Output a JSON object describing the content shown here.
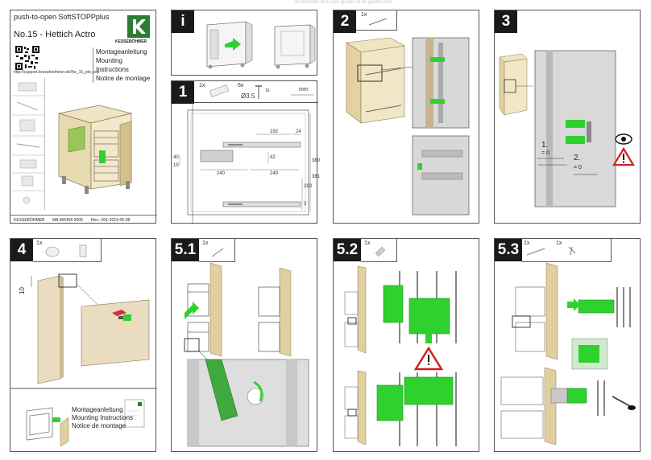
{
  "cover": {
    "product_line": "push-to-open SoftSTOPPplus",
    "model": "No.15  - Hettich Actro",
    "brand": "KESSEBÖHMER",
    "instructions": [
      "Montageanleitung",
      "Mounting Instructions",
      "Notice de montage"
    ],
    "url": "http://support.kesseboehmer.de/No_15_pto_ssp",
    "footer_brand": "KESSEBÖHMER",
    "doc_number": "MA 465459 0000",
    "revision": "Rev.: 001-2019-05-08"
  },
  "watermark": "All manuals and user guides at all-guides.com",
  "steps": {
    "info": {
      "label": "i"
    },
    "s1": {
      "label": "1",
      "qty1": "1x",
      "qty2": "6x",
      "screw": "Ø3.5",
      "screw_len": "16",
      "unit": "mm",
      "dims": [
        "192",
        "24",
        "240",
        "249",
        "40",
        "42",
        "19",
        "380",
        "381",
        "283",
        "3"
      ]
    },
    "s2": {
      "label": "2",
      "qty": "1x"
    },
    "s3": {
      "label": "3",
      "m1": "1.",
      "m1v": "= 0",
      "m2": "2.",
      "m2v": "= 0"
    },
    "s4": {
      "label": "4",
      "qty": "1x",
      "dim": "10",
      "instructions": [
        "Montageanleitung",
        "Mounting Instructions",
        "Notice de montage"
      ]
    },
    "s51": {
      "label": "5.1",
      "qty": "1x"
    },
    "s52": {
      "label": "5.2",
      "qty": "1x"
    },
    "s53": {
      "label": "5.3",
      "qty1": "1x",
      "qty2": "1x"
    }
  },
  "colors": {
    "accent_green": "#2fd12f",
    "warning_red": "#d0201e",
    "brand_green": "#2e7d32"
  }
}
